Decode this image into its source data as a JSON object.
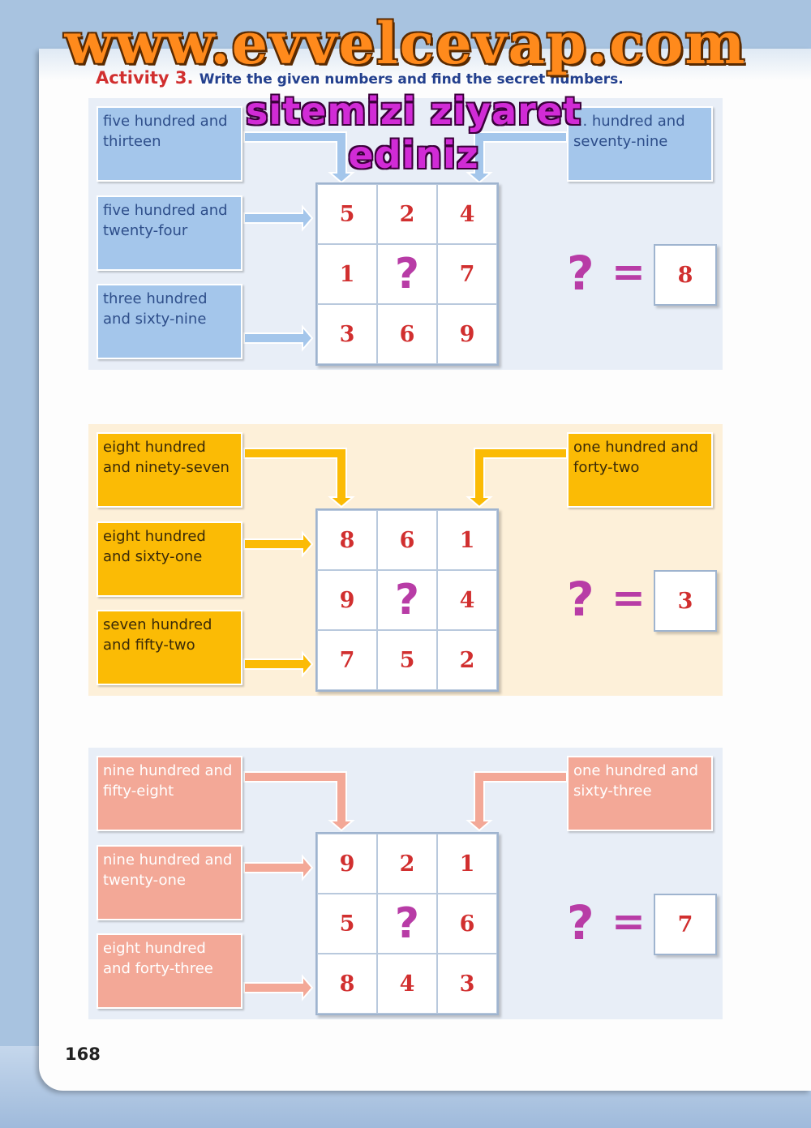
{
  "watermark": {
    "site": "www.evvelcevap.com",
    "visit": "sitemizi ziyaret ediniz"
  },
  "activity": {
    "label": "Activity 3.",
    "instruction": "Write the given numbers and find the secret numbers."
  },
  "puzzles": [
    {
      "clues": {
        "top_left": "five hundred and thirteen",
        "top_right": "... hundred and seventy-nine",
        "middle_left": "five hundred and twenty-four",
        "bottom_left": "three hundred and sixty-nine"
      },
      "grid": [
        "5",
        "2",
        "4",
        "1",
        "?",
        "7",
        "3",
        "6",
        "9"
      ],
      "question": "?",
      "equals": "=",
      "answer": "8",
      "color": "#a4c6eb"
    },
    {
      "clues": {
        "top_left": "eight hundred and ninety-seven",
        "top_right": "one hundred and forty-two",
        "middle_left": "eight hundred and sixty-one",
        "bottom_left": "seven hundred and fifty-two"
      },
      "grid": [
        "8",
        "6",
        "1",
        "9",
        "?",
        "4",
        "7",
        "5",
        "2"
      ],
      "question": "?",
      "equals": "=",
      "answer": "3",
      "color": "#fbbb05"
    },
    {
      "clues": {
        "top_left": "nine hundred and fifty-eight",
        "top_right": "one hundred and sixty-three",
        "middle_left": "nine hundred and twenty-one",
        "bottom_left": "eight hundred and forty-three"
      },
      "grid": [
        "9",
        "2",
        "1",
        "5",
        "?",
        "6",
        "8",
        "4",
        "3"
      ],
      "question": "?",
      "equals": "=",
      "answer": "7",
      "color": "#f3a897"
    }
  ],
  "page_number": "168"
}
